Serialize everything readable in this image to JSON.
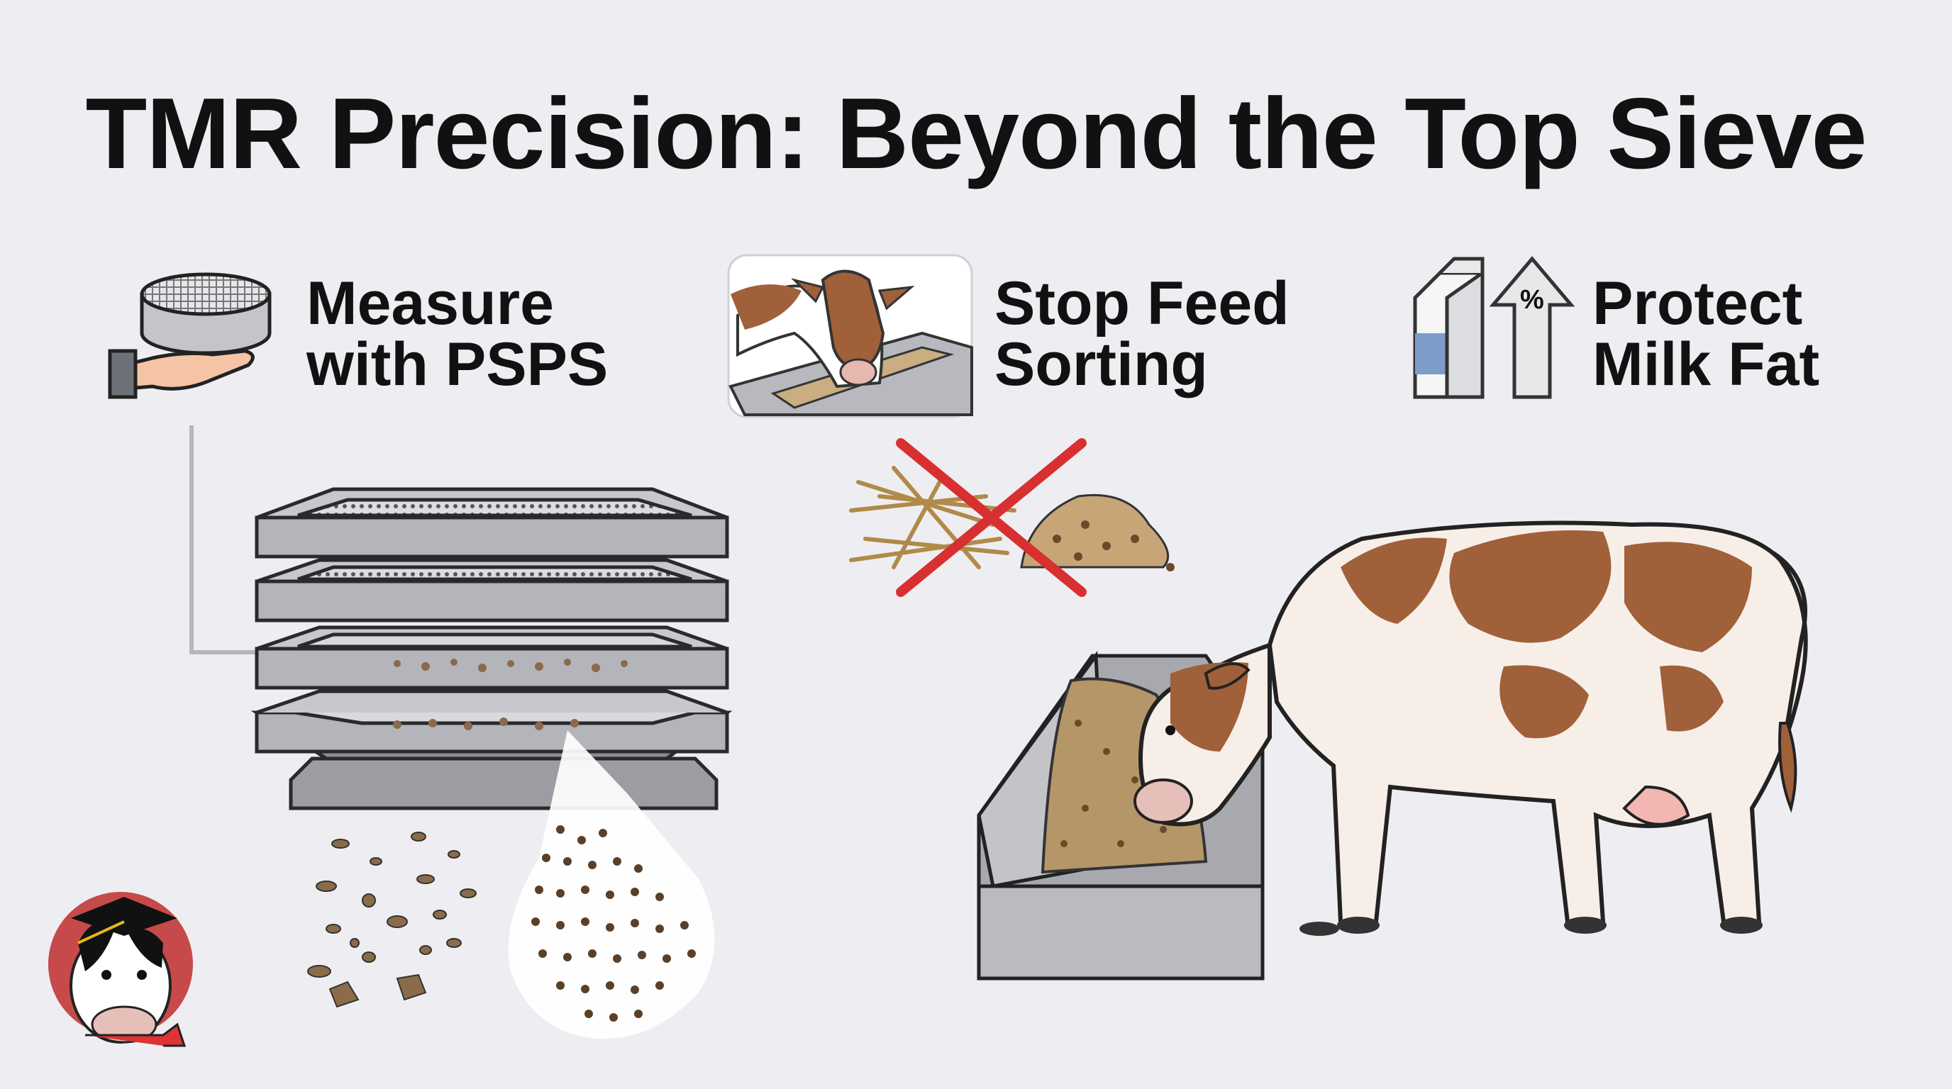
{
  "title": "TMR Precision: Beyond the Top Sieve",
  "points": [
    {
      "line1": "Measure",
      "line2": "with PSPS",
      "icon": "sieve-in-hand-icon"
    },
    {
      "line1": "Stop Feed",
      "line2": "Sorting",
      "icon": "cow-at-bunk-icon"
    },
    {
      "line1": "Protect",
      "line2": "Milk Fat",
      "icon": "milk-carton-up-arrow-icon"
    }
  ],
  "percent_symbol": "%",
  "colors": {
    "background": "#eeeef2",
    "cow_brown": "#a0603a",
    "cross_red": "#d83030",
    "sieve_gray": "#a9abb0",
    "milk_blue": "#7d9cc8"
  }
}
